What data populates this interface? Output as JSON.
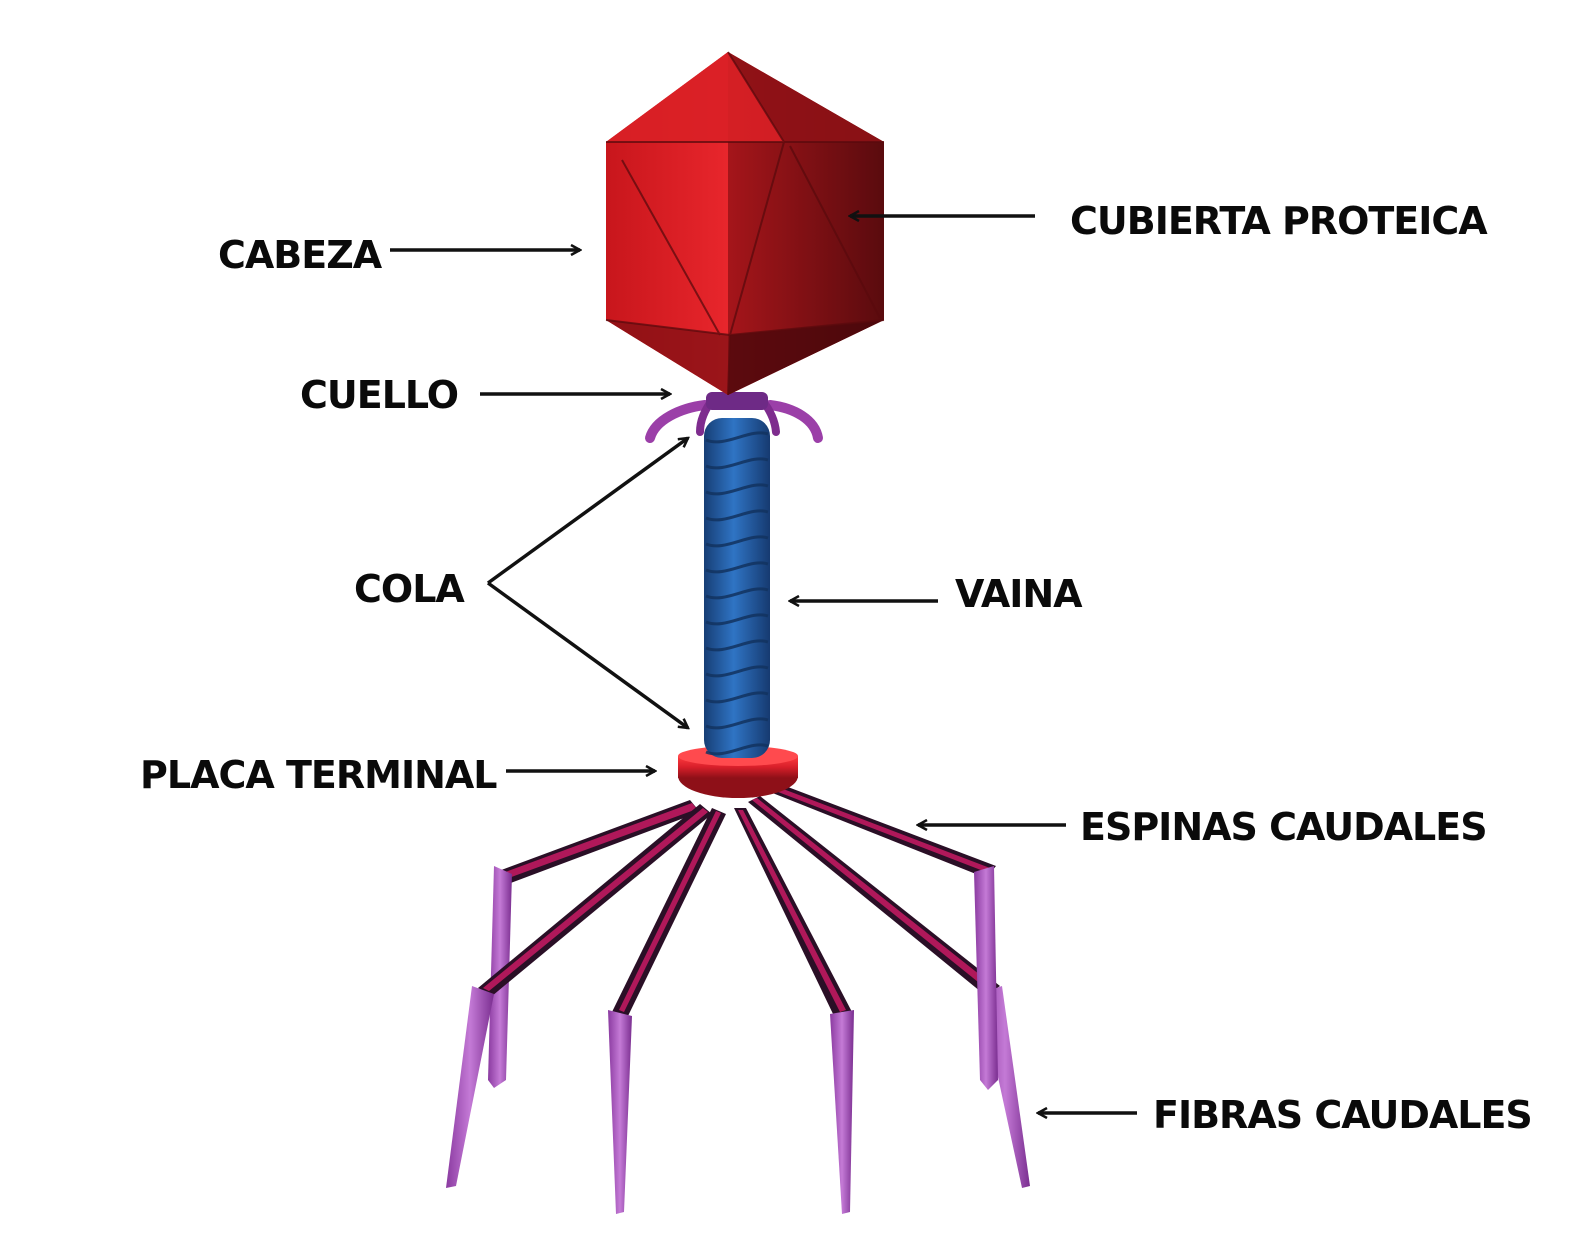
{
  "diagram": {
    "subject": "bacteriophage structure",
    "labels": {
      "cabeza": "CABEZA",
      "cubierta": "CUBIERTA PROTEICA",
      "cuello": "CUELLO",
      "cola": "COLA",
      "vaina": "VAINA",
      "placa": "PLACA TERMINAL",
      "espinas": "ESPINAS CAUDALES",
      "fibras": "FIBRAS CAUDALES"
    },
    "colors": {
      "capsid_light": "#e0242a",
      "capsid_dark": "#6a0f12",
      "collar": "#9b3fa8",
      "sheath": "#1f5fae",
      "sheath_dark": "#153f7a",
      "baseplate": "#d81f2a",
      "tail_pins": "#2a0f26",
      "tail_pin_stripe": "#b0185a",
      "fibers": "#b56ac8",
      "text": "#0a0a0a"
    }
  }
}
